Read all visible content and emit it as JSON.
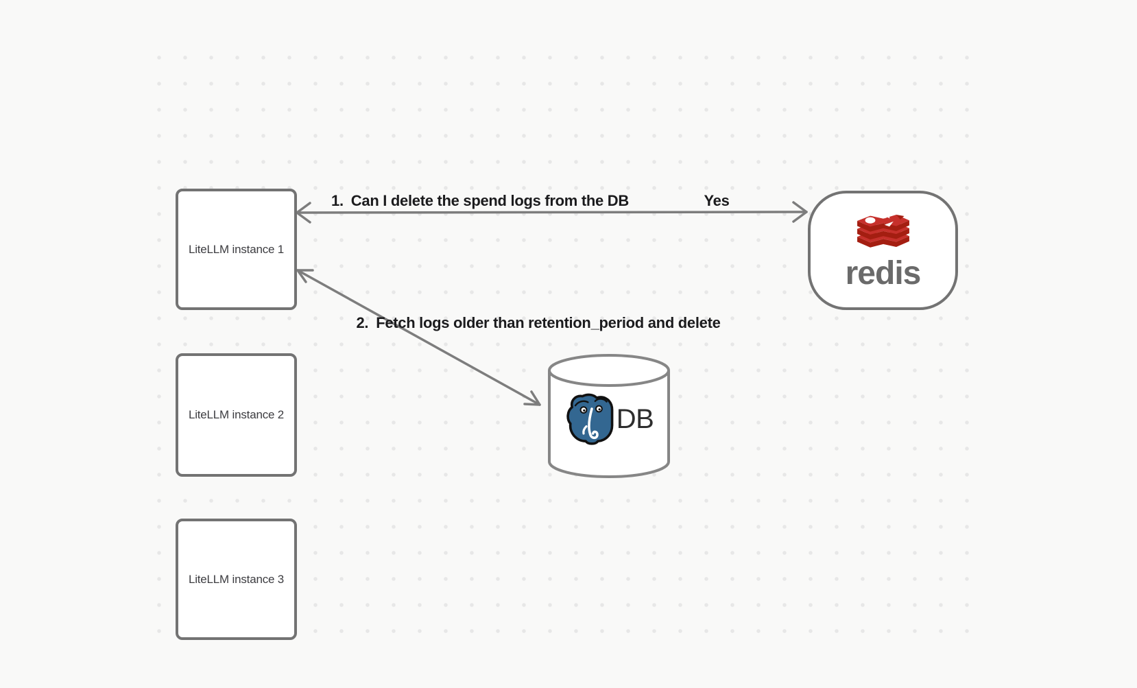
{
  "diagram": {
    "nodes": {
      "instance1": "LiteLLM instance 1",
      "instance2": "LiteLLM instance 2",
      "instance3": "LiteLLM instance 3",
      "redis_wordmark": "redis",
      "db_label": "DB"
    },
    "edges": {
      "edge1_number": "1.",
      "edge1_label": "Can I delete the spend logs from the DB",
      "edge1_response": "Yes",
      "edge2_number": "2.",
      "edge2_label": "Fetch logs older than retention_period and delete"
    },
    "colors": {
      "background": "#f9f9f8",
      "grid_dot": "#e7e7e7",
      "arrow_gray": "#7d7d7d",
      "node_border_gray": "#737373",
      "label_text": "#1b1b1d",
      "redis_red": "#c6302b",
      "redis_dark_red": "#a41e11",
      "redis_wordmark_gray": "#6a6a6a",
      "postgres_blue": "#336791"
    }
  }
}
